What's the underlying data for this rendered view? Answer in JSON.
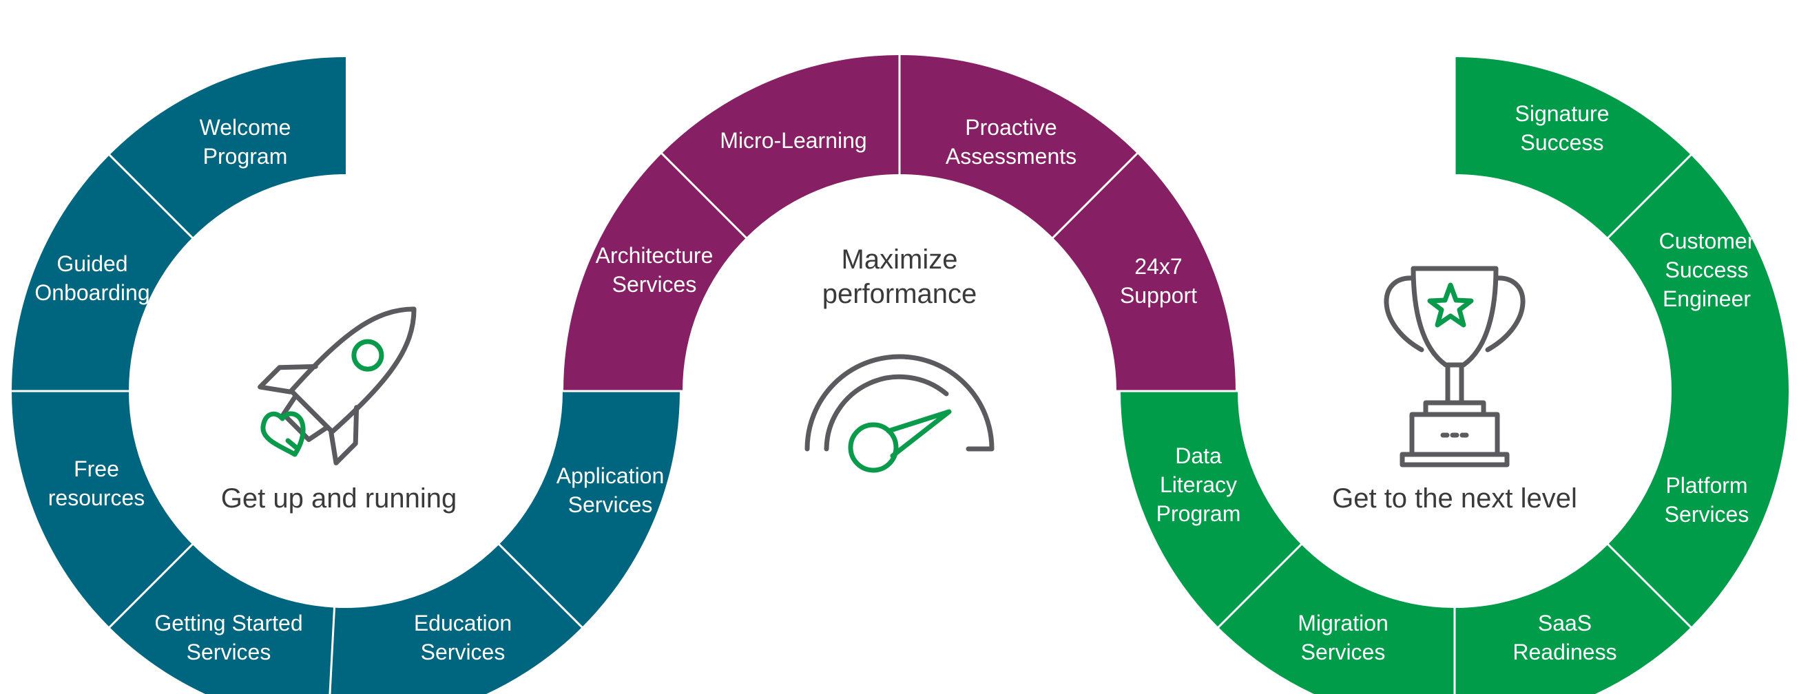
{
  "colors": {
    "teal": "#00657f",
    "purple": "#861f64",
    "green": "#009c4a",
    "icon_gray": "#5a5a5f",
    "icon_green": "#0a9a4c"
  },
  "sections": [
    {
      "id": "left",
      "color": "#00657f",
      "hub_label": "Get up and running",
      "icon": "rocket-icon",
      "segments": [
        [
          "Welcome",
          "Program"
        ],
        [
          "Guided",
          "Onboarding"
        ],
        [
          "Free",
          "resources"
        ],
        [
          "Getting Started",
          "Services"
        ],
        [
          "Education",
          "Services"
        ],
        [
          "Application",
          "Services"
        ]
      ]
    },
    {
      "id": "middle",
      "color": "#861f64",
      "hub_label": [
        "Maximize",
        "performance"
      ],
      "icon": "speedometer-icon",
      "segments": [
        [
          "Architecture",
          "Services"
        ],
        [
          "Micro-Learning"
        ],
        [
          "Proactive",
          "Assessments"
        ],
        [
          "24x7",
          "Support"
        ]
      ]
    },
    {
      "id": "right",
      "color": "#009c4a",
      "hub_label": "Get to the next level",
      "icon": "trophy-icon",
      "segments": [
        [
          "Data",
          "Literacy",
          "Program"
        ],
        [
          "Migration",
          "Services"
        ],
        [
          "SaaS",
          "Readiness"
        ],
        [
          "Platform",
          "Services"
        ],
        [
          "Customer",
          "Success",
          "Engineer"
        ],
        [
          "Signature",
          "Success"
        ]
      ]
    }
  ]
}
